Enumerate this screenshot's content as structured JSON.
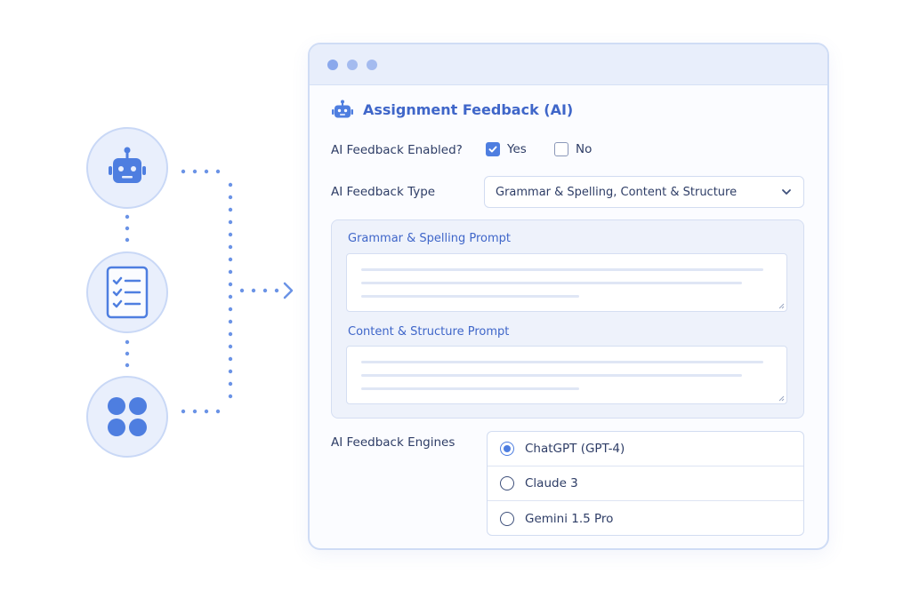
{
  "window": {
    "title": "Assignment Feedback (AI)"
  },
  "feedback_enabled": {
    "label": "AI Feedback Enabled?",
    "options": [
      {
        "label": "Yes",
        "checked": true
      },
      {
        "label": "No",
        "checked": false
      }
    ]
  },
  "feedback_type": {
    "label": "AI Feedback Type",
    "selected": "Grammar & Spelling, Content & Structure"
  },
  "prompts": [
    {
      "label": "Grammar & Spelling Prompt"
    },
    {
      "label": "Content & Structure Prompt"
    }
  ],
  "engines": {
    "label": "AI Feedback Engines",
    "options": [
      {
        "label": "ChatGPT (GPT-4)",
        "selected": true
      },
      {
        "label": "Claude 3",
        "selected": false
      },
      {
        "label": "Gemini 1.5 Pro",
        "selected": false
      }
    ]
  },
  "flow_nodes": [
    "robot-icon",
    "checklist-icon",
    "apps-grid-icon"
  ],
  "colors": {
    "accent": "#4e7ee0",
    "title_accent": "#3f66c9",
    "node_fill": "#e9effc",
    "dotted_line": "#6b93e6"
  }
}
